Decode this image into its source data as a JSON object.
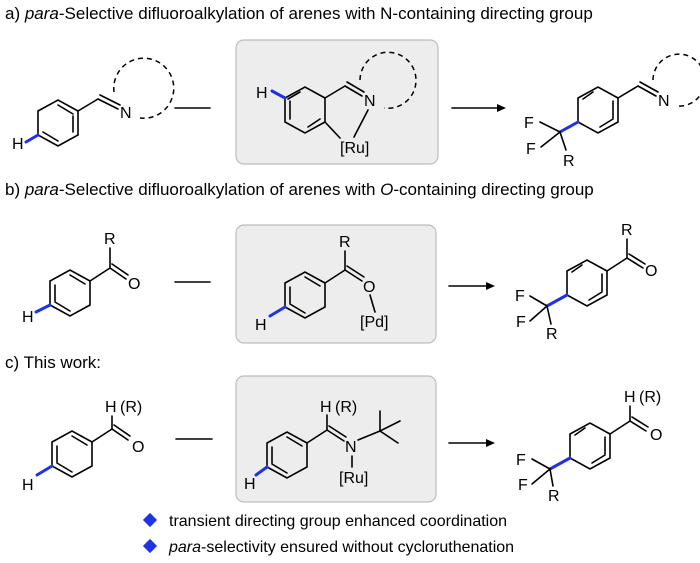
{
  "headings": {
    "a_prefix": "a) ",
    "a_italic": "para",
    "a_rest": "-Selective difluoroalkylation of arenes with N-containing directing group",
    "b_prefix": "b) ",
    "b_italic": "para",
    "b_mid": "-Selective difluoroalkylation of arenes with ",
    "b_italic2": "O",
    "b_rest": "-containing directing group",
    "c": "c) This work:"
  },
  "atoms": {
    "H": "H",
    "N": "N",
    "O": "O",
    "F": "F",
    "R": "R",
    "R_paren": "(R)",
    "Ru": "[Ru]",
    "Pd": "[Pd]"
  },
  "legend": {
    "item1": "transient directing group enhanced coordination",
    "item2_italic": "para",
    "item2_rest": "-selectivity ensured without cycloruthenation",
    "color": "#1f33e6"
  }
}
